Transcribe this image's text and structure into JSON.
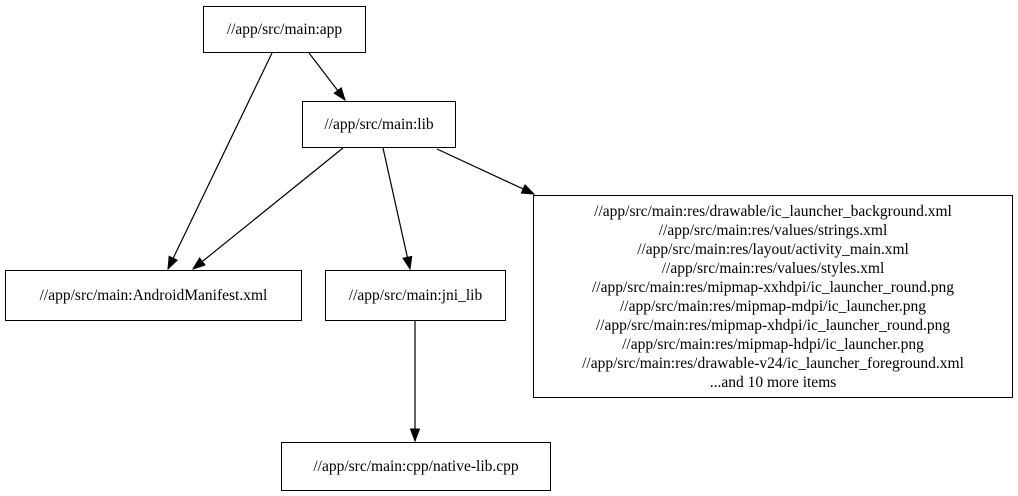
{
  "diagram": {
    "type": "directed-dependency-graph",
    "background_color": "#ffffff",
    "node_border_color": "#000000",
    "edge_color": "#000000",
    "nodes": {
      "app": {
        "label": "//app/src/main:app"
      },
      "lib": {
        "label": "//app/src/main:lib"
      },
      "manifest": {
        "label": "//app/src/main:AndroidManifest.xml"
      },
      "jni_lib": {
        "label": "//app/src/main:jni_lib"
      },
      "resources": {
        "lines": [
          "//app/src/main:res/drawable/ic_launcher_background.xml",
          "//app/src/main:res/values/strings.xml",
          "//app/src/main:res/layout/activity_main.xml",
          "//app/src/main:res/values/styles.xml",
          "//app/src/main:res/mipmap-xxhdpi/ic_launcher_round.png",
          "//app/src/main:res/mipmap-mdpi/ic_launcher.png",
          "//app/src/main:res/mipmap-xhdpi/ic_launcher_round.png",
          "//app/src/main:res/mipmap-hdpi/ic_launcher.png",
          "//app/src/main:res/drawable-v24/ic_launcher_foreground.xml",
          "...and 10 more items"
        ]
      },
      "native_lib_cpp": {
        "label": "//app/src/main:cpp/native-lib.cpp"
      }
    },
    "edges": [
      {
        "from": "app",
        "to": "lib"
      },
      {
        "from": "app",
        "to": "manifest"
      },
      {
        "from": "lib",
        "to": "manifest"
      },
      {
        "from": "lib",
        "to": "jni_lib"
      },
      {
        "from": "lib",
        "to": "resources"
      },
      {
        "from": "jni_lib",
        "to": "native_lib_cpp"
      }
    ]
  }
}
